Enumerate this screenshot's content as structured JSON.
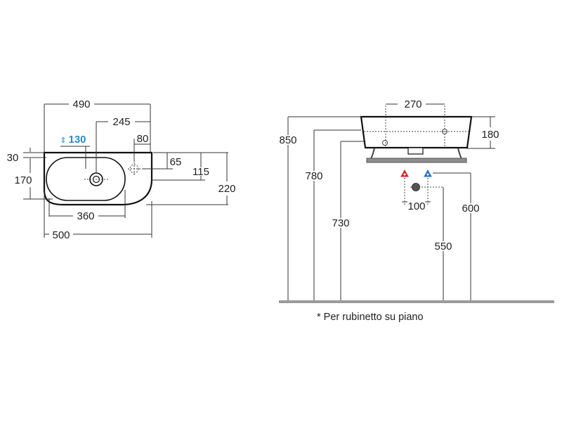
{
  "plan_view": {
    "dim_490": "490",
    "dim_245": "245",
    "dim_80": "80",
    "dim_130": "130",
    "dim_30": "30",
    "dim_170": "170",
    "dim_65": "65",
    "dim_115": "115",
    "dim_220": "220",
    "dim_360": "360",
    "dim_500": "500"
  },
  "side_view": {
    "dim_270": "270",
    "dim_180": "180",
    "dim_850": "850",
    "dim_780": "780",
    "dim_730": "730",
    "dim_100": "100",
    "dim_600": "600",
    "dim_550": "550"
  },
  "footnote": "* Per rubinetto su piano",
  "colors": {
    "line": "#333333",
    "accent_blue": "#2a8bd0",
    "hot_red": "#d6262b",
    "cold_blue": "#2a6fc0",
    "floor": "#9a9a9a"
  }
}
